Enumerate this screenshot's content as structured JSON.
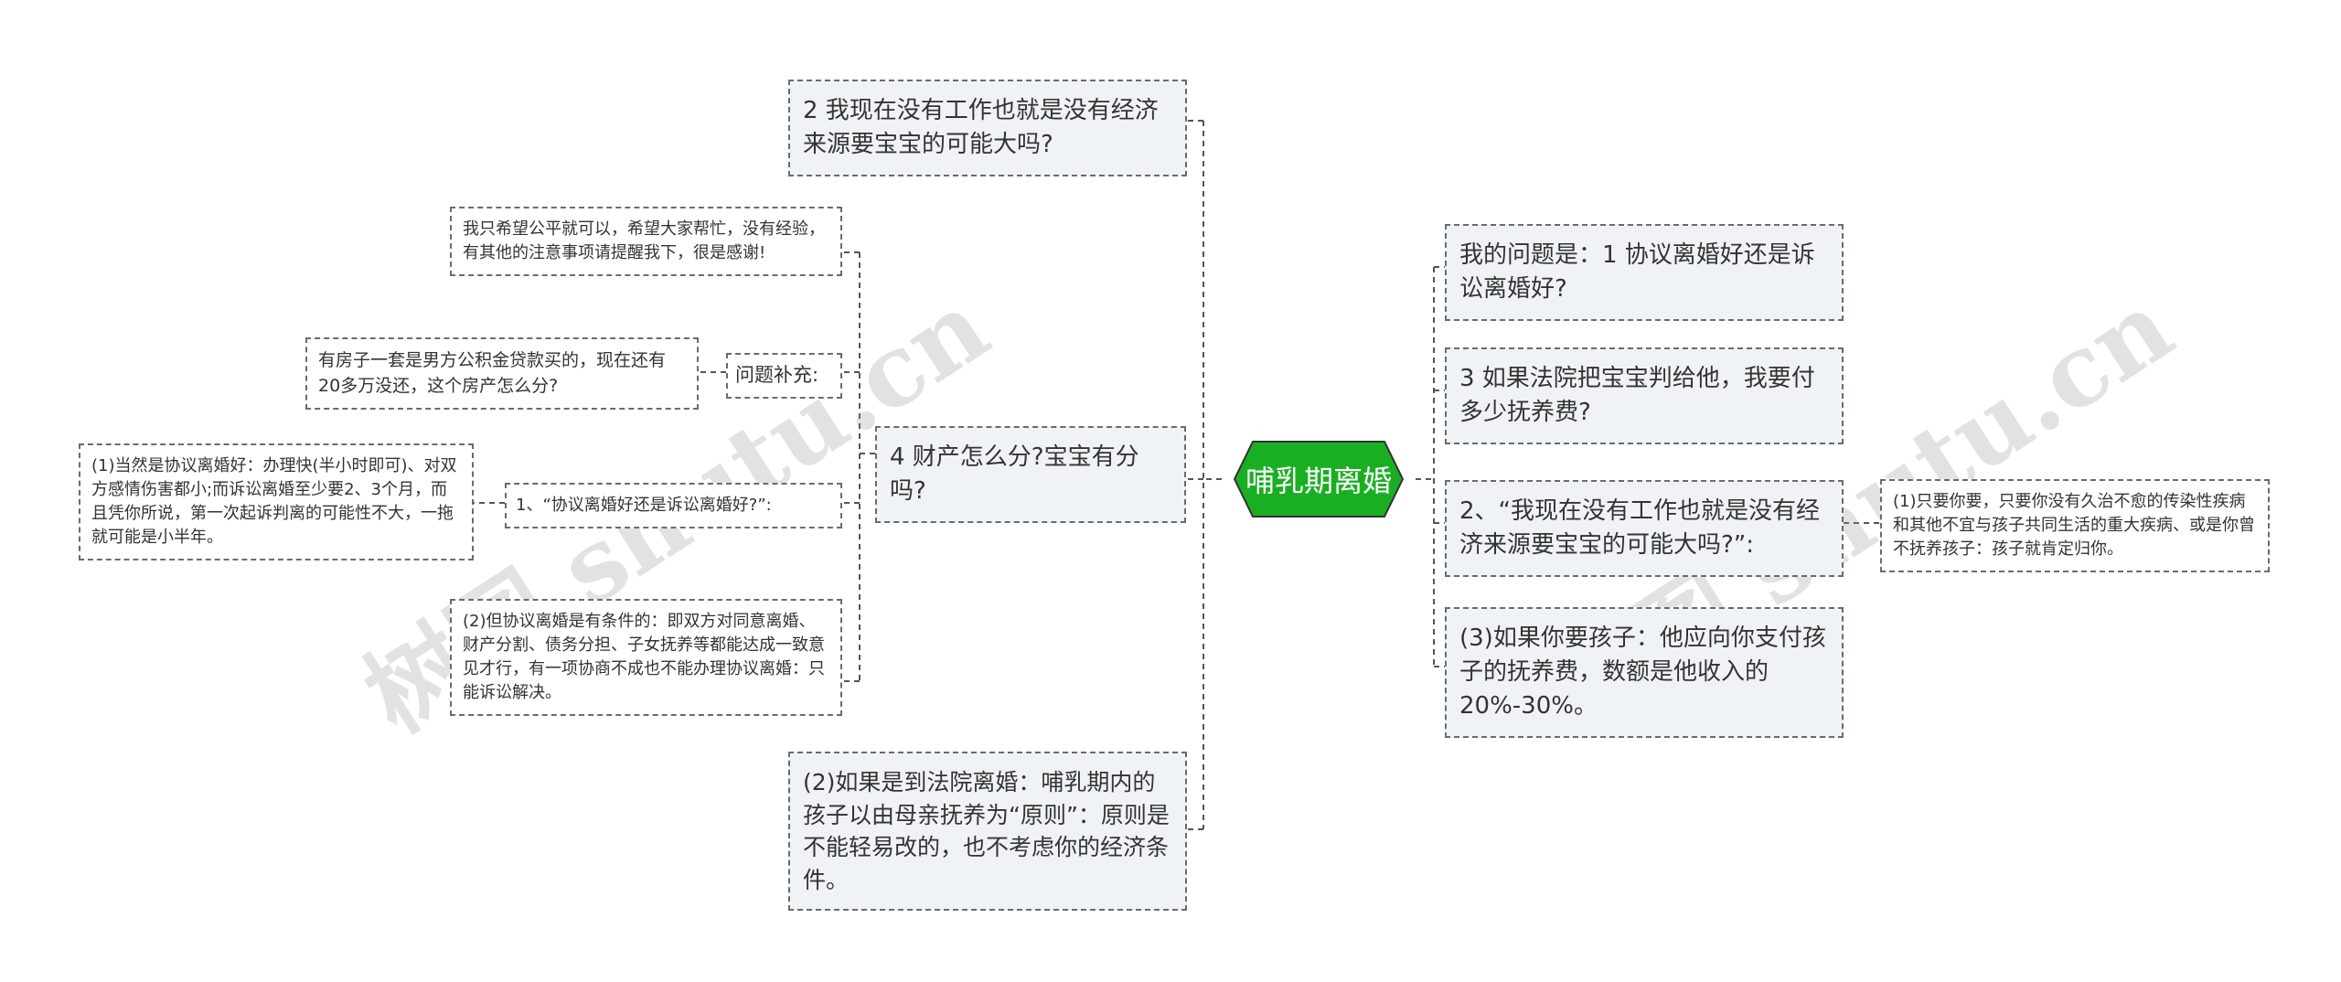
{
  "center": {
    "label": "哺乳期离婚",
    "color": "#1aaf23"
  },
  "watermarks": [
    "树图 shutu.cn",
    "树图 shutu.cn"
  ],
  "left": {
    "q2": "2 我现在没有工作也就是没有经济来源要宝宝的可能大吗?",
    "q4": {
      "label": "4 财产怎么分?宝宝有分吗?",
      "hope": "我只希望公平就可以，希望大家帮忙，没有经验，有其他的注意事项请提醒我下，很是感谢!",
      "supplement_label": "问题补充:",
      "house": "有房子一套是男方公积金贷款买的，现在还有20多万没还，这个房产怎么分?",
      "q1_label": "1、“协议离婚好还是诉讼离婚好?”:",
      "q1_answer": "(1)当然是协议离婚好：办理快(半小时即可)、对双方感情伤害都小;而诉讼离婚至少要2、3个月，而且凭你所说，第一次起诉判离的可能性不大，一拖就可能是小半年。",
      "agreement": "(2)但协议离婚是有条件的：即双方对同意离婚、财产分割、债务分担、子女抚养等都能达成一致意见才行，有一项协商不成也不能办理协议离婚：只能诉讼解决。"
    },
    "court": "(2)如果是到法院离婚：哺乳期内的孩子以由母亲抚养为“原则”：原则是不能轻易改的，也不考虑你的经济条件。"
  },
  "right": {
    "q_main": "我的问题是：1 协议离婚好还是诉讼离婚好?",
    "q3": "3 如果法院把宝宝判给他，我要付多少抚养费?",
    "q2b": "2、“我现在没有工作也就是没有经济来源要宝宝的可能大吗?”:",
    "q2b_answer": "(1)只要你要，只要你没有久治不愈的传染性疾病和其他不宜与孩子共同生活的重大疾病、或是你曾不抚养孩子：孩子就肯定归你。",
    "support": "(3)如果你要孩子：他应向你支付孩子的抚养费，数额是他收入的20%-30%。"
  }
}
